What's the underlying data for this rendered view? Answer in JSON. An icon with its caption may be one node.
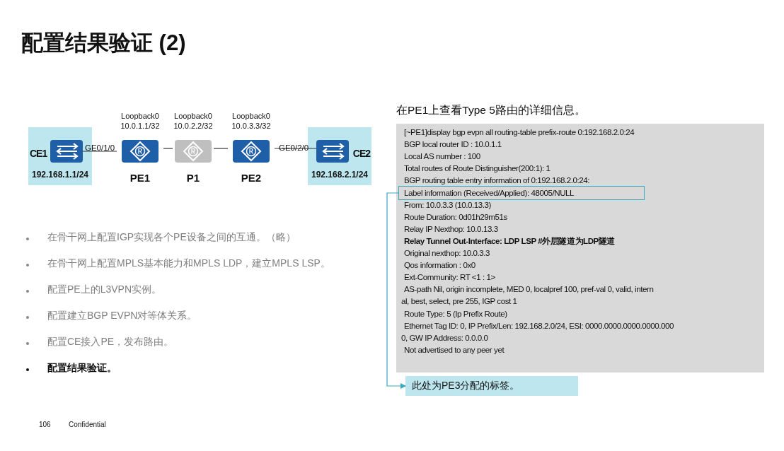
{
  "diagram": {
    "title": "配置结果验证 (2)",
    "nodes": [
      {
        "text": [
          "CE1",
          "192.168.1.1/24"
        ]
      },
      {
        "text": [],
        "shape": "box",
        "in": 0
      },
      {
        "text": [
          "PE1"
        ],
        "beside": [
          "Loopback0 10.0.1.1/32"
        ]
      },
      {
        "text": [
          "P1"
        ],
        "beside": [
          "Loopback0 10.0.2.2/32"
        ]
      },
      {
        "text": [
          "PE2"
        ],
        "beside": [
          "Loopback0 10.0.3.3/32"
        ]
      },
      {
        "text": [
          "CE2",
          "192.168.2.1/24"
        ]
      },
      {
        "text": [],
        "shape": "box",
        "in": 5
      },
      {
        "text": [
          "[~PE1]display bgp evpn all routing-table prefix-route  0:192.168.2.0:24",
          "BGP local router ID : 10.0.1.1",
          "Local AS number : 100",
          "Total routes of Route Distinguisher(200:1): 1",
          "BGP routing table entry information of 0:192.168.2.0:24:",
          "From: 10.0.3.3 (10.0.13.3)",
          "Route Duration: 0d01h29m51s",
          "Relay IP Nexthop: 10.0.13.3",
          "Relay Tunnel Out-Interface: LDP LSP    #外层隧道为LDP隧道",
          "Original nexthop: 10.0.3.3",
          "Qos information : 0x0",
          "Ext-Community: RT <1 : 1>",
          "AS-path Nil, origin incomplete, MED 0, localpref 100, pref-val 0, valid, intern",
          "al, best, select, pre 255, IGP cost 1",
          "Route Type: 5 (Ip Prefix Route)",
          "Ethernet Tag ID: 0, IP Prefix/Len: 192.168.2.0/24, ESI: 0000.0000.0000.0000.000",
          "0, GW IP Address: 0.0.0.0",
          "Not advertised to any peer yet"
        ]
      },
      {
        "text": [
          "Label information (Received/Applied): 48005/NULL"
        ],
        "in": 7
      },
      {
        "text": [
          "此处为PE3分配的标签。"
        ]
      }
    ],
    "edges": [
      {
        "from": 1,
        "to": 2,
        "arrow": "none",
        "label": "GE0/1/0"
      },
      {
        "from": 2,
        "to": 3,
        "arrow": "none"
      },
      {
        "from": 3,
        "to": 4,
        "arrow": "none"
      },
      {
        "from": 4,
        "to": 6,
        "arrow": "none",
        "label": "GE0/2/0"
      },
      {
        "from": 8,
        "to": 9,
        "arrow": "to",
        "color": "#3aa9bd"
      }
    ],
    "labels": [
      "在PE1上查看Type 5路由的详细信息。",
      "在骨干网上配置IGP实现各个PE设备之间的互通。（略）",
      "在骨干网上配置MPLS基本能力和MPLS LDP，建立MPLS LSP。",
      "配置PE上的L3VPN实例。",
      "配置建立BGP EVPN对等体关系。",
      "配置CE接入PE，发布路由。",
      "配置结果验证。",
      "106",
      "Confidential"
    ]
  }
}
